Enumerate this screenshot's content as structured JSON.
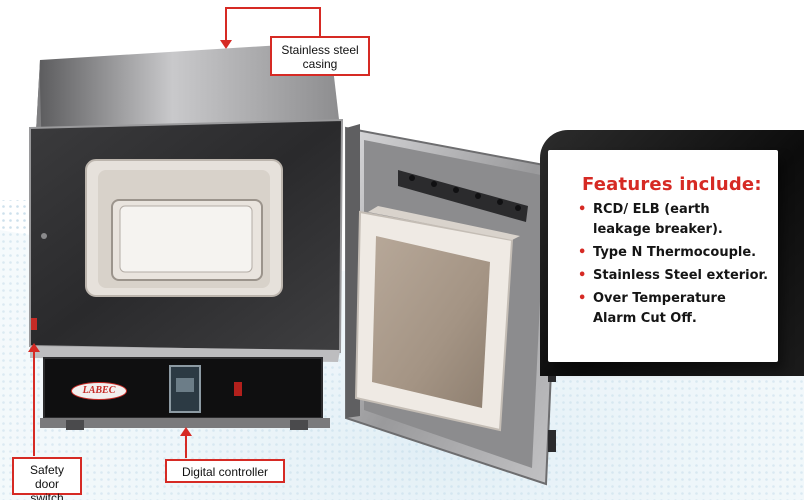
{
  "labels": {
    "casing": "Stainless steel\ncasing",
    "safety": "Safety door\nswitch",
    "digital": "Digital controller"
  },
  "features": {
    "title": "Features include:",
    "items": [
      "RCD/ ELB (earth\nleakage breaker).",
      "Type N Thermocouple.",
      "Stainless Steel exterior.",
      "Over Temperature\nAlarm Cut Off."
    ],
    "bullet": "•"
  },
  "brand_logo": "LABEC",
  "colors": {
    "accent": "#d62a24",
    "casing_dark": "#3a3a3a",
    "casing_light": "#cfcfcf",
    "insulation": "#e8e4df",
    "panel_black": "#0d0d0d"
  }
}
